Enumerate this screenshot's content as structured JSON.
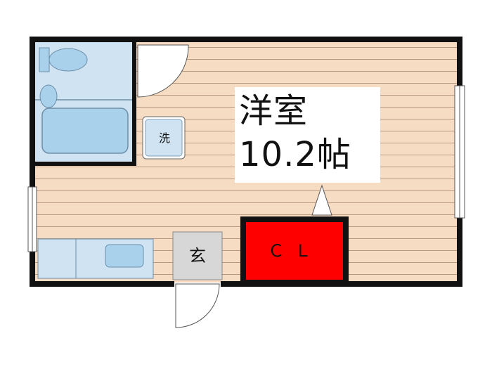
{
  "room": {
    "name": "洋室",
    "size": "10.2帖"
  },
  "labels": {
    "washer": "洗",
    "entrance": "玄",
    "closet": "ＣＬ"
  },
  "colors": {
    "wall": "#111111",
    "floor": "#f6dcc3",
    "floor_line": "#b99a80",
    "water_area": "#cfe3f3",
    "fixture": "#a9d1ec",
    "closet": "#ff0000",
    "entrance_floor": "#d7d7d7"
  }
}
